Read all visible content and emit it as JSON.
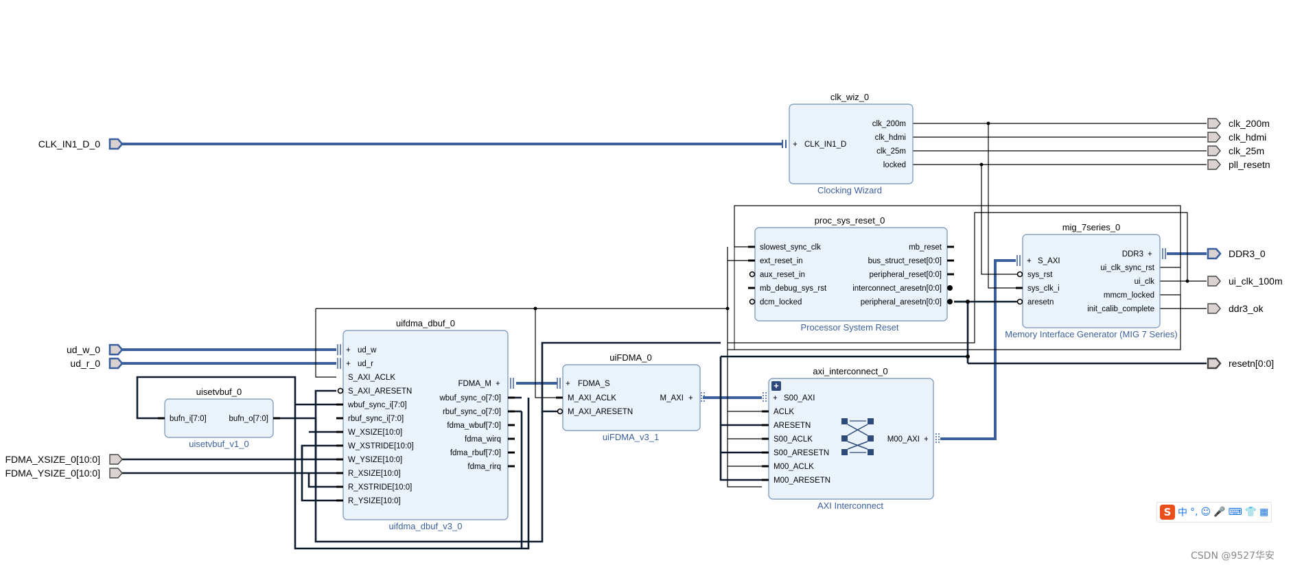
{
  "external_ports": {
    "clk_in": "CLK_IN1_D_0",
    "ud_w": "ud_w_0",
    "ud_r": "ud_r_0",
    "fdma_xsize": "FDMA_XSIZE_0[10:0]",
    "fdma_ysize": "FDMA_YSIZE_0[10:0]",
    "clk_200m": "clk_200m",
    "clk_hdmi": "clk_hdmi",
    "clk_25m": "clk_25m",
    "pll_resetn": "pll_resetn",
    "ddr3": "DDR3_0",
    "ui_clk_100m": "ui_clk_100m",
    "ddr3_ok": "ddr3_ok",
    "resetn": "resetn[0:0]"
  },
  "blocks": {
    "clk_wiz": {
      "name": "clk_wiz_0",
      "type": "Clocking Wizard",
      "in": [
        "CLK_IN1_D"
      ],
      "out": [
        "clk_200m",
        "clk_hdmi",
        "clk_25m",
        "locked"
      ]
    },
    "proc_sys_reset": {
      "name": "proc_sys_reset_0",
      "type": "Processor System Reset",
      "in": [
        "slowest_sync_clk",
        "ext_reset_in",
        "aux_reset_in",
        "mb_debug_sys_rst",
        "dcm_locked"
      ],
      "out": [
        "mb_reset",
        "bus_struct_reset[0:0]",
        "peripheral_reset[0:0]",
        "interconnect_aresetn[0:0]",
        "peripheral_aresetn[0:0]"
      ]
    },
    "mig": {
      "name": "mig_7series_0",
      "type": "Memory Interface Generator (MIG 7 Series)",
      "in": [
        "S_AXI",
        "sys_rst",
        "sys_clk_i",
        "aresetn"
      ],
      "out": [
        "DDR3",
        "ui_clk_sync_rst",
        "ui_clk",
        "mmcm_locked",
        "init_calib_complete"
      ]
    },
    "uifdma_dbuf": {
      "name": "uifdma_dbuf_0",
      "type": "uifdma_dbuf_v3_0",
      "in": [
        "ud_w",
        "ud_r",
        "S_AXI_ACLK",
        "S_AXI_ARESETN",
        "wbuf_sync_i[7:0]",
        "rbuf_sync_i[7:0]",
        "W_XSIZE[10:0]",
        "W_XSTRIDE[10:0]",
        "W_YSIZE[10:0]",
        "R_XSIZE[10:0]",
        "R_XSTRIDE[10:0]",
        "R_YSIZE[10:0]"
      ],
      "out": [
        "FDMA_M",
        "wbuf_sync_o[7:0]",
        "rbuf_sync_o[7:0]",
        "fdma_wbuf[7:0]",
        "fdma_wirq",
        "fdma_rbuf[7:0]",
        "fdma_rirq"
      ]
    },
    "uisetvbuf": {
      "name": "uisetvbuf_0",
      "type": "uisetvbuf_v1_0",
      "in": [
        "bufn_i[7:0]"
      ],
      "out": [
        "bufn_o[7:0]"
      ]
    },
    "uifdma": {
      "name": "uiFDMA_0",
      "type": "uiFDMA_v3_1",
      "in": [
        "FDMA_S",
        "M_AXI_ACLK",
        "M_AXI_ARESETN"
      ],
      "out": [
        "M_AXI"
      ]
    },
    "axi_ic": {
      "name": "axi_interconnect_0",
      "type": "AXI Interconnect",
      "in": [
        "S00_AXI",
        "ACLK",
        "ARESETN",
        "S00_ACLK",
        "S00_ARESETN",
        "M00_ACLK",
        "M00_ARESETN"
      ],
      "out": [
        "M00_AXI"
      ]
    }
  },
  "ime": {
    "logo": "S",
    "mode": "中"
  },
  "watermark": "CSDN @9527华安",
  "colors": {
    "bus": "#3b5e9c",
    "block_fill": "#eaf2fc",
    "block_border": "#6f8fb8",
    "subtitle": "#3a5f9e"
  }
}
